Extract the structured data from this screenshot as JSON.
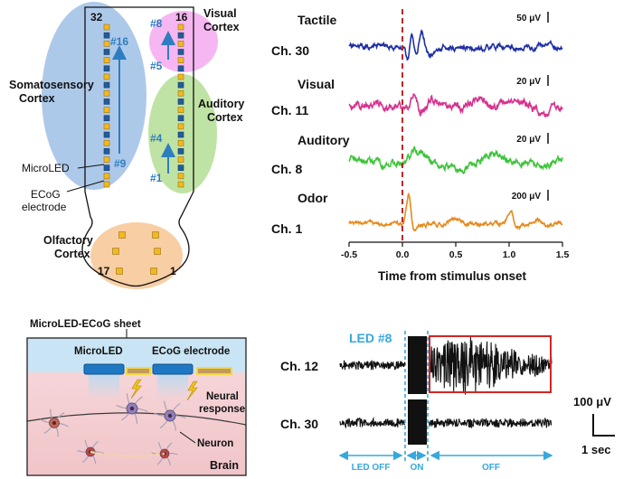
{
  "colors": {
    "somato": "#9fbfe6",
    "visual": "#f3a9ef",
    "auditory": "#b8e09a",
    "olfactory": "#f7c99a",
    "electrode": "#f2b823",
    "microled": "#245c99",
    "blue_text": "#2e7dc0",
    "dashed_red": "#c0262a",
    "tactile": "#1f2fa6",
    "visual_trace": "#d6338f",
    "auditory_trace": "#3ec43a",
    "odor_trace": "#e68a1c",
    "led_cyan": "#36a8dc",
    "box_red": "#d12626"
  },
  "map": {
    "regions": {
      "somatosensory": "Somatosensory\nCortex",
      "visual": "Visual\nCortex",
      "auditory": "Auditory\nCortex",
      "olfactory": "Olfactory\nCortex"
    },
    "numbers": {
      "n32": "32",
      "n16": "16",
      "n17": "17",
      "n1": "1"
    },
    "led_labels": {
      "l16": "#16",
      "l9": "#9",
      "l8": "#8",
      "l5": "#5",
      "l4": "#4",
      "l1": "#1"
    },
    "legend": {
      "microled": "MicroLED",
      "ecog": "ECoG\nelectrode"
    }
  },
  "traces": {
    "rows": [
      {
        "title": "Tactile",
        "channel": "Ch. 30",
        "scale": "50 μV"
      },
      {
        "title": "Visual",
        "channel": "Ch. 11",
        "scale": "20 μV"
      },
      {
        "title": "Auditory",
        "channel": "Ch. 8",
        "scale": "20 μV"
      },
      {
        "title": "Odor",
        "channel": "Ch. 1",
        "scale": "200 μV"
      }
    ],
    "x_ticks": [
      "-0.5",
      "0.0",
      "0.5",
      "1.0",
      "1.5"
    ],
    "x_label": "Time from stimulus onset"
  },
  "schematic": {
    "title": "MicroLED-ECoG sheet",
    "microled": "MicroLED",
    "ecog": "ECoG electrode",
    "neural_response": "Neural\nresponse",
    "neuron": "Neuron",
    "brain": "Brain"
  },
  "optogen": {
    "led": "LED #8",
    "ch_top": "Ch. 12",
    "ch_bottom": "Ch. 30",
    "scale_v": "100 μV",
    "scale_t": "1 sec",
    "phases": {
      "off1": "LED OFF",
      "on": "ON",
      "off2": "OFF"
    }
  }
}
